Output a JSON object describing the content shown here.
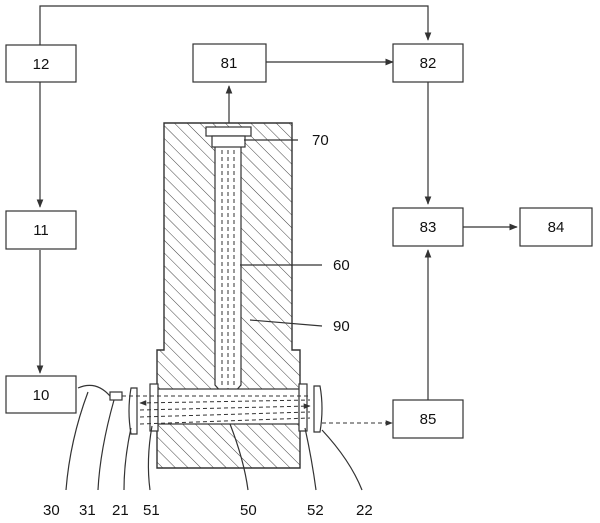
{
  "blocks": {
    "b12": "12",
    "b11": "11",
    "b10": "10",
    "b81": "81",
    "b82": "82",
    "b83": "83",
    "b84": "84",
    "b85": "85"
  },
  "callouts": {
    "c70": "70",
    "c60": "60",
    "c90": "90",
    "c30": "30",
    "c31": "31",
    "c21": "21",
    "c51": "51",
    "c50": "50",
    "c52": "52",
    "c22": "22"
  }
}
